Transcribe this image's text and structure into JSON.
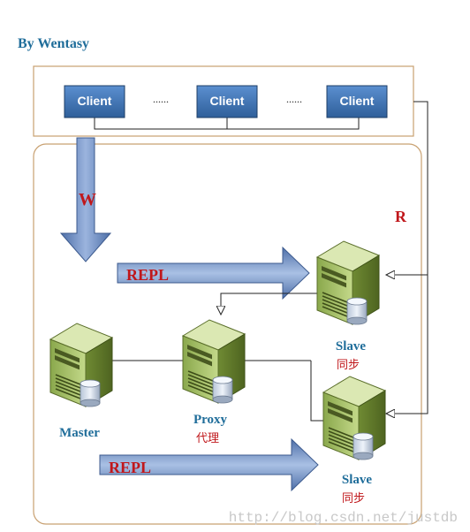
{
  "author": "By Wentasy",
  "clients": [
    "Client",
    "Client",
    "Client"
  ],
  "ellipsis": "......",
  "write_label": "W",
  "read_label": "R",
  "repl_label": "REPL",
  "nodes": {
    "master": {
      "name": "Master"
    },
    "proxy": {
      "name": "Proxy",
      "sub": "代理"
    },
    "slave1": {
      "name": "Slave",
      "sub": "同步"
    },
    "slave2": {
      "name": "Slave",
      "sub": "同步"
    }
  },
  "watermark": "http://blog.csdn.net/justdb",
  "colors": {
    "frame": "#c8a070",
    "client_fill": "#4f81bd",
    "arrow_fill": "#6d8fc4",
    "label_blue": "#1f6d9a",
    "label_red": "#c0171b"
  }
}
